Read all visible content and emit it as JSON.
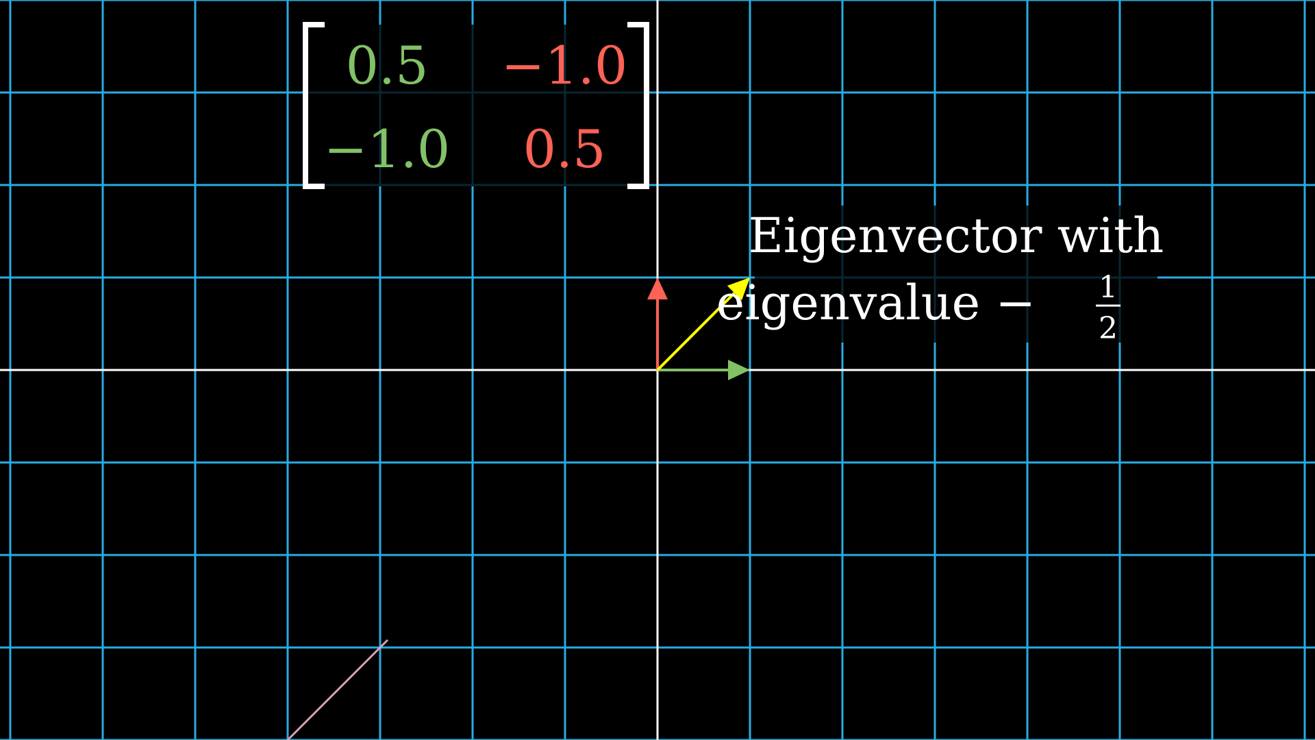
{
  "colors": {
    "background": "#000000",
    "grid": "#29abe2",
    "axis": "#ffffff",
    "i_hat": "#83c167",
    "j_hat": "#fc6255",
    "eigenvector": "#ffff00",
    "pink_line": "#d9a0b8"
  },
  "matrix": {
    "m11": "0.5",
    "m12": "−1.0",
    "m21": "−1.0",
    "m22": "0.5"
  },
  "label": {
    "line1": "Eigenvector with",
    "line2": "eigenvalue −",
    "frac_num": "1",
    "frac_den": "2"
  },
  "vectors": [
    {
      "name": "i-hat",
      "x": 1,
      "y": 0
    },
    {
      "name": "j-hat",
      "x": 0,
      "y": 1
    },
    {
      "name": "eigenvector",
      "x": 1,
      "y": 1
    }
  ]
}
